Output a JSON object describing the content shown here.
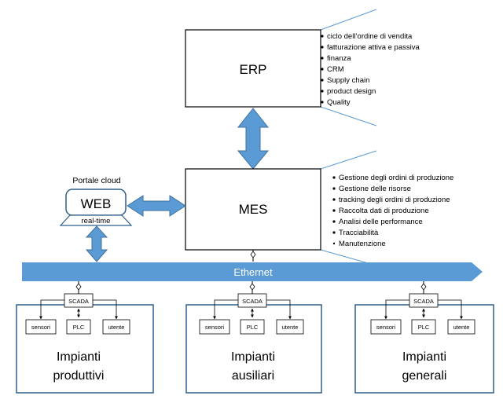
{
  "erp": {
    "title": "ERP",
    "features": [
      "ciclo dell’ordine di vendita",
      "fatturazione attiva e passiva",
      "finanza",
      "CRM",
      "Supply chain",
      "product design",
      "Quality"
    ]
  },
  "mes": {
    "title": "MES",
    "features": [
      "Gestione degli ordini di produzione",
      "Gestione delle risorse",
      "tracking degli ordini di produzione",
      "Raccolta dati di produzione",
      "Analisi delle performance",
      "Tracciabilità",
      "Manutenzione"
    ]
  },
  "web": {
    "caption": "Portale cloud",
    "title": "WEB",
    "subtitle": "real-time"
  },
  "ethernet": {
    "label": "Ethernet"
  },
  "plants": [
    {
      "scada": "SCADA",
      "devices": [
        "sensori",
        "PLC",
        "utente"
      ],
      "title_line1": "Impianti",
      "title_line2": "produttivi"
    },
    {
      "scada": "SCADA",
      "devices": [
        "sensori",
        "PLC",
        "utente"
      ],
      "title_line1": "Impianti",
      "title_line2": "ausiliari"
    },
    {
      "scada": "SCADA",
      "devices": [
        "sensori",
        "PLC",
        "utente"
      ],
      "title_line1": "Impianti",
      "title_line2": "generali"
    }
  ],
  "colors": {
    "arrow_fill": "#5b9bd5",
    "arrow_stroke": "#41719c",
    "ethernet": "#5b9bd5",
    "zoom_lines": "#5b9bd5"
  }
}
